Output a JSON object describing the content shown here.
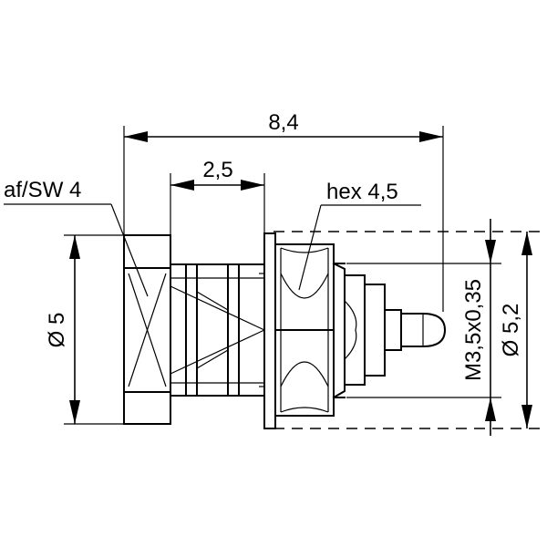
{
  "dimensions": {
    "overall_length": "8,4",
    "flange_length": "2,5",
    "left_diameter": "Ø 5",
    "right_diameter": "Ø 5,2",
    "thread": "M3,5x0,35"
  },
  "callouts": {
    "wrench_flat": "af/SW 4",
    "hex": "hex 4,5"
  }
}
